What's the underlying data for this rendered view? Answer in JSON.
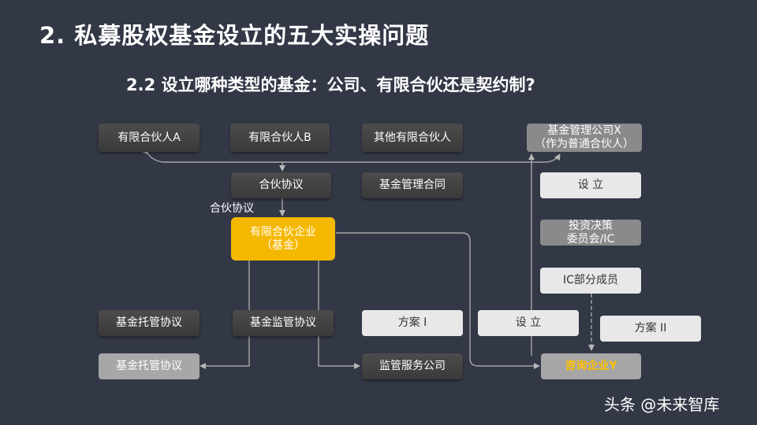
{
  "title": "2. 私募股权基金设立的五大实操问题",
  "subtitle": "2.2   设立哪种类型的基金：公司、有限合伙还是契约制?",
  "nodes": {
    "lp_a": "有限合伙人A",
    "lp_b": "有限合伙人B",
    "lp_other": "其他有限合伙人",
    "gp_line1": "基金管理公司X",
    "gp_line2": "（作为普通合伙人）",
    "partnership_agreement": "合伙协议",
    "mgmt_contract": "基金管理合同",
    "setup_1": "设    立",
    "ic_line1": "投资决策",
    "ic_line2": "委员会/IC",
    "ic_members": "IC部分成员",
    "fund_line1": "有限合伙企业",
    "fund_line2": "（基金）",
    "custody_agreement": "基金托管协议",
    "custody_agreement_2": "基金托管协议",
    "supervision_agreement": "基金监管协议",
    "plan_1": "方案 I",
    "plan_2": "方案 II",
    "setup_2": "设    立",
    "supervision_service": "监管服务公司",
    "consulting_firm": "咨询企业Y"
  },
  "edge_label": "合伙协议",
  "watermark": "头条 @未来智库",
  "colors": {
    "background": "#333847",
    "accent_gold": "#f5b800",
    "gold_text": "#ffc000"
  }
}
